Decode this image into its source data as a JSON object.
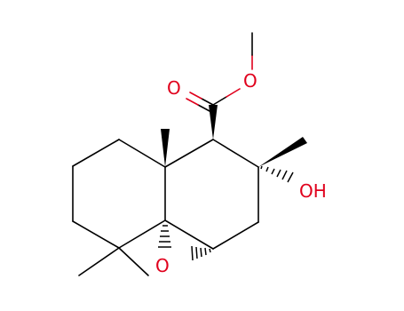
{
  "molecule": {
    "colors": {
      "carbon_bond": "#000000",
      "oxygen": "#e0001c",
      "background": "#ffffff"
    },
    "labels": {
      "ester_carbonyl_oxygen": "O",
      "ester_ether_oxygen": "O",
      "hydroxyl": "OH",
      "epoxide_oxygen": "O"
    }
  }
}
